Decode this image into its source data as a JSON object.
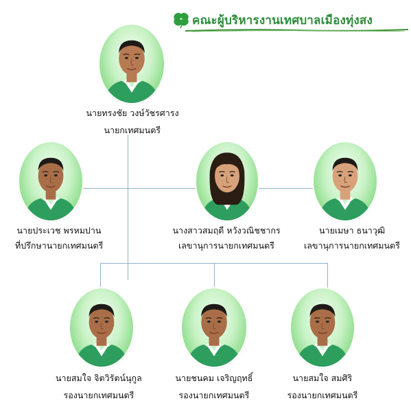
{
  "header": {
    "title": "คณะผู้บริหารงานเทศบาลเมืองทุ่งสง",
    "title_color": "#2e8b3a"
  },
  "colors": {
    "accent": "#2e8b3a",
    "portrait_bg": "#88dc86",
    "line": "#8fb3c9",
    "shirt": "#2e9e5e"
  },
  "people": [
    {
      "id": "mayor",
      "name": "นายทรงชัย   วงษ์วัชรศารง",
      "position": "นายกเทศมนตรี"
    },
    {
      "id": "advisor",
      "name": "นายประเวช   พรหมปาน",
      "position": "ที่ปรึกษานายกเทศมนตรี"
    },
    {
      "id": "secretary1",
      "name": "นางสาวสมฤดี   หวังวณิชชากร",
      "position": "เลขานุการนายกเทศมนตรี"
    },
    {
      "id": "secretary2",
      "name": "นายเมษา    ธนาวุฒิ",
      "position": "เลขานุการนายกเทศมนตรี"
    },
    {
      "id": "deputy1",
      "name": "นายสมใจ   จิตวิรัตน์นุกูล",
      "position": "รองนายกเทศมนตรี"
    },
    {
      "id": "deputy2",
      "name": "นายชนคม   เจริญฤทธิ์",
      "position": "รองนายกเทศมนตรี"
    },
    {
      "id": "deputy3",
      "name": "นายสมใจ    สมศิริ",
      "position": "รองนายกเทศมนตรี"
    }
  ]
}
